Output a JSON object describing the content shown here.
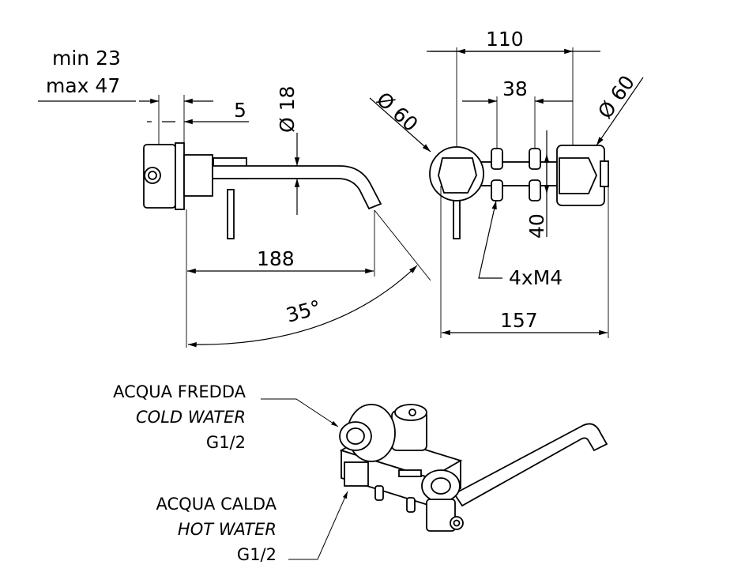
{
  "side_view": {
    "wall_min": "min 23",
    "wall_max": "max 47",
    "dim_5": "5",
    "dim_diameter_18": "Ø 18",
    "dim_188": "188",
    "dim_angle": "35°"
  },
  "front_view": {
    "dim_110": "110",
    "dim_38": "38",
    "dim_diameter_60_left": "Ø 60",
    "dim_diameter_60_right": "Ø 60",
    "dim_40": "40",
    "dim_screws": "4xM4",
    "dim_157": "157"
  },
  "iso_view": {
    "cold_it": "ACQUA FREDDA",
    "cold_en": "COLD WATER",
    "cold_thread": "G1/2",
    "hot_it": "ACQUA CALDA",
    "hot_en": "HOT WATER",
    "hot_thread": "G1/2"
  },
  "colors": {
    "line": "#000000",
    "background": "#ffffff"
  }
}
